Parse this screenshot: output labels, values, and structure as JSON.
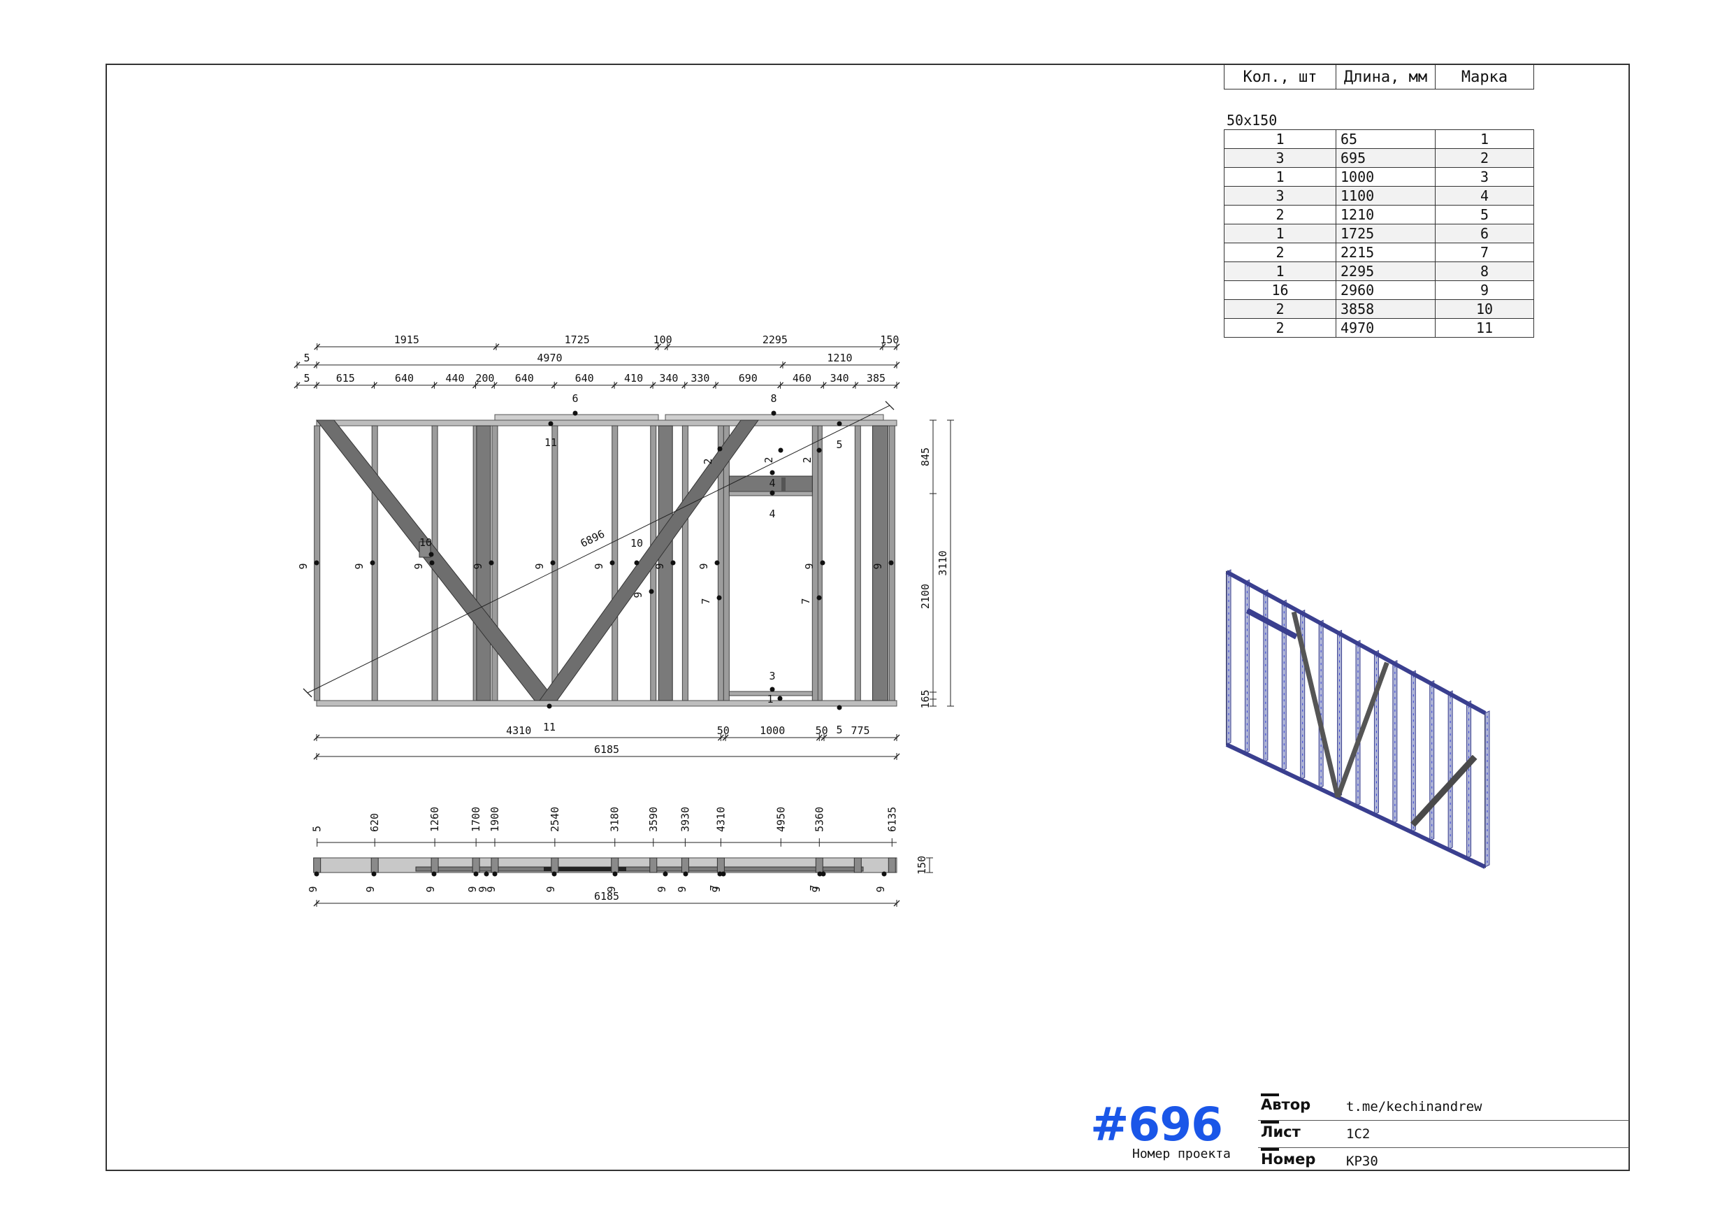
{
  "spec_table": {
    "headers": [
      "Кол., шт",
      "Длина, мм",
      "Марка"
    ],
    "section": "50x150",
    "rows": [
      {
        "qty": "1",
        "len": "65",
        "mark": "1"
      },
      {
        "qty": "3",
        "len": "695",
        "mark": "2"
      },
      {
        "qty": "1",
        "len": "1000",
        "mark": "3"
      },
      {
        "qty": "3",
        "len": "1100",
        "mark": "4"
      },
      {
        "qty": "2",
        "len": "1210",
        "mark": "5"
      },
      {
        "qty": "1",
        "len": "1725",
        "mark": "6"
      },
      {
        "qty": "2",
        "len": "2215",
        "mark": "7"
      },
      {
        "qty": "1",
        "len": "2295",
        "mark": "8"
      },
      {
        "qty": "16",
        "len": "2960",
        "mark": "9"
      },
      {
        "qty": "2",
        "len": "3858",
        "mark": "10"
      },
      {
        "qty": "2",
        "len": "4970",
        "mark": "11"
      }
    ]
  },
  "title_block": {
    "project_number": "#696",
    "project_caption": "Номер проекта",
    "rows": [
      {
        "label": "Автор",
        "value": "t.me/kechinandrew"
      },
      {
        "label": "Лист",
        "value": "1С2"
      },
      {
        "label": "Номер",
        "value": "КР30"
      }
    ]
  },
  "elevation": {
    "dims_top1": [
      "1915",
      "1725",
      "100",
      "2295",
      "150"
    ],
    "dims_top2": [
      "5",
      "4970",
      "1210"
    ],
    "dims_top3": [
      "5",
      "615",
      "640",
      "440",
      "200",
      "640",
      "640",
      "410",
      "340",
      "330",
      "690",
      "460",
      "340",
      "385"
    ],
    "dims_bottom1": [
      "4310",
      "50",
      "1000",
      "50",
      "775"
    ],
    "dim_total": "6185",
    "dims_right": [
      "845",
      "3110",
      "2100",
      "165"
    ],
    "diagonal": "6896",
    "marks_stud": "9",
    "marks": [
      "6",
      "8",
      "11",
      "5",
      "2",
      "4",
      "10",
      "7",
      "3",
      "1"
    ]
  },
  "plan": {
    "positions": [
      "5",
      "620",
      "1260",
      "1700",
      "1900",
      "2540",
      "3180",
      "3590",
      "3930",
      "4310",
      "4950",
      "5360",
      "6135"
    ],
    "total": "6185",
    "height": "150",
    "mark_stud": "9",
    "mark_7": "7"
  }
}
